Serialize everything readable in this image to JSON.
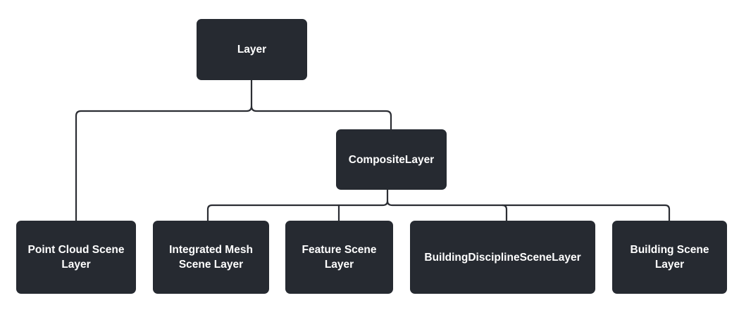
{
  "diagram": {
    "type": "class-hierarchy",
    "root": {
      "label": "Layer"
    },
    "composite": {
      "label": "CompositeLayer"
    },
    "leaves": [
      {
        "label": "Point Cloud Scene Layer"
      },
      {
        "label": "Integrated Mesh Scene Layer"
      },
      {
        "label": "Feature Scene Layer"
      },
      {
        "label": "BuildingDisciplineSceneLayer"
      },
      {
        "label": "Building Scene Layer"
      }
    ],
    "edges": [
      [
        "Layer",
        "Point Cloud Scene Layer"
      ],
      [
        "Layer",
        "CompositeLayer"
      ],
      [
        "CompositeLayer",
        "Integrated Mesh Scene Layer"
      ],
      [
        "CompositeLayer",
        "Feature Scene Layer"
      ],
      [
        "CompositeLayer",
        "BuildingDisciplineSceneLayer"
      ],
      [
        "CompositeLayer",
        "Building Scene Layer"
      ]
    ],
    "colors": {
      "node_fill": "#262a31",
      "node_text": "#ffffff",
      "connector": "#2b2d33",
      "background": "#ffffff"
    }
  }
}
